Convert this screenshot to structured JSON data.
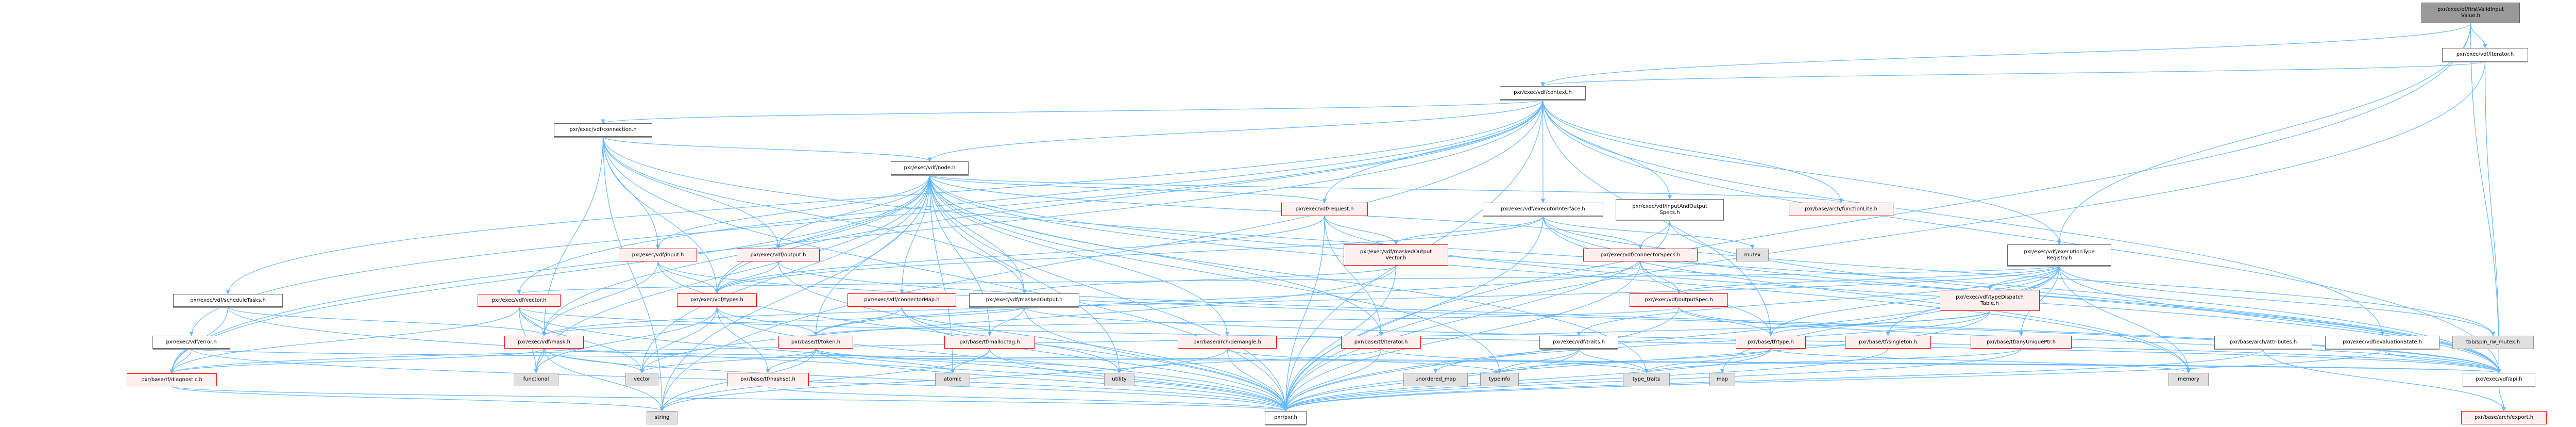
{
  "colors": {
    "edge": "#63b8ff",
    "start_fill": "#999999",
    "truncated_border": "#ff0000",
    "truncated_fill": "#fff0f0",
    "system_fill": "#e0e0e0"
  },
  "nodes": [
    {
      "id": "firstValidInputValue",
      "label": "pxr/exec/ef/firstValidInput\nValue.h",
      "kind": "start"
    },
    {
      "id": "vdfIterator",
      "label": "pxr/exec/vdf/iterator.h",
      "kind": "plain"
    },
    {
      "id": "context",
      "label": "pxr/exec/vdf/context.h",
      "kind": "plain"
    },
    {
      "id": "connection",
      "label": "pxr/exec/vdf/connection.h",
      "kind": "plain"
    },
    {
      "id": "node",
      "label": "pxr/exec/vdf/node.h",
      "kind": "plain"
    },
    {
      "id": "request",
      "label": "pxr/exec/vdf/request.h",
      "kind": "trunc"
    },
    {
      "id": "executorInterface",
      "label": "pxr/exec/vdf/executorInterface.h",
      "kind": "plain"
    },
    {
      "id": "inputAndOutputSpecs",
      "label": "pxr/exec/vdf/inputAndOutput\nSpecs.h",
      "kind": "plain"
    },
    {
      "id": "functionLite",
      "label": "pxr/base/arch/functionLite.h",
      "kind": "trunc"
    },
    {
      "id": "input",
      "label": "pxr/exec/vdf/input.h",
      "kind": "trunc"
    },
    {
      "id": "output",
      "label": "pxr/exec/vdf/output.h",
      "kind": "trunc"
    },
    {
      "id": "maskedOutputVector",
      "label": "pxr/exec/vdf/maskedOutput\nVector.h",
      "kind": "trunc"
    },
    {
      "id": "connectorSpecs",
      "label": "pxr/exec/vdf/connectorSpecs.h",
      "kind": "trunc"
    },
    {
      "id": "mutex",
      "label": "mutex",
      "kind": "sys"
    },
    {
      "id": "executionTypeRegistry",
      "label": "pxr/exec/vdf/executionType\nRegistry.h",
      "kind": "plain"
    },
    {
      "id": "scheduleTasks",
      "label": "pxr/exec/vdf/scheduleTasks.h",
      "kind": "plain"
    },
    {
      "id": "vdfVector",
      "label": "pxr/exec/vdf/vector.h",
      "kind": "trunc"
    },
    {
      "id": "types",
      "label": "pxr/exec/vdf/types.h",
      "kind": "trunc"
    },
    {
      "id": "connectorMap",
      "label": "pxr/exec/vdf/connectorMap.h",
      "kind": "trunc"
    },
    {
      "id": "maskedOutput",
      "label": "pxr/exec/vdf/maskedOutput.h",
      "kind": "plain"
    },
    {
      "id": "outputSpec",
      "label": "pxr/exec/vdf/outputSpec.h",
      "kind": "trunc"
    },
    {
      "id": "typeDispatchTable",
      "label": "pxr/exec/vdf/typeDispatch\nTable.h",
      "kind": "trunc"
    },
    {
      "id": "error",
      "label": "pxr/exec/vdf/error.h",
      "kind": "plain"
    },
    {
      "id": "mask",
      "label": "pxr/exec/vdf/mask.h",
      "kind": "trunc"
    },
    {
      "id": "token",
      "label": "pxr/base/tf/token.h",
      "kind": "trunc"
    },
    {
      "id": "mallocTag",
      "label": "pxr/base/tf/mallocTag.h",
      "kind": "trunc"
    },
    {
      "id": "demangle",
      "label": "pxr/base/arch/demangle.h",
      "kind": "trunc"
    },
    {
      "id": "tfIterator",
      "label": "pxr/base/tf/iterator.h",
      "kind": "trunc"
    },
    {
      "id": "traits",
      "label": "pxr/exec/vdf/traits.h",
      "kind": "plain"
    },
    {
      "id": "tfType",
      "label": "pxr/base/tf/type.h",
      "kind": "trunc"
    },
    {
      "id": "singleton",
      "label": "pxr/base/tf/singleton.h",
      "kind": "trunc"
    },
    {
      "id": "anyUniquePtr",
      "label": "pxr/base/tf/anyUniquePtr.h",
      "kind": "trunc"
    },
    {
      "id": "attributes",
      "label": "pxr/base/arch/attributes.h",
      "kind": "plain"
    },
    {
      "id": "evaluationState",
      "label": "pxr/exec/vdf/evaluationState.h",
      "kind": "plain"
    },
    {
      "id": "spinRwMutex",
      "label": "tbb/spin_rw_mutex.h",
      "kind": "sys"
    },
    {
      "id": "diagnostic",
      "label": "pxr/base/tf/diagnostic.h",
      "kind": "trunc"
    },
    {
      "id": "functional",
      "label": "functional",
      "kind": "sys"
    },
    {
      "id": "stdVector",
      "label": "vector",
      "kind": "sys"
    },
    {
      "id": "hashset",
      "label": "pxr/base/tf/hashset.h",
      "kind": "trunc"
    },
    {
      "id": "atomic",
      "label": "atomic",
      "kind": "sys"
    },
    {
      "id": "utility",
      "label": "utility",
      "kind": "sys"
    },
    {
      "id": "unorderedMap",
      "label": "unordered_map",
      "kind": "sys"
    },
    {
      "id": "typeinfo",
      "label": "typeinfo",
      "kind": "sys"
    },
    {
      "id": "typeTraits",
      "label": "type_traits",
      "kind": "sys"
    },
    {
      "id": "map",
      "label": "map",
      "kind": "sys"
    },
    {
      "id": "memory",
      "label": "memory",
      "kind": "sys"
    },
    {
      "id": "api",
      "label": "pxr/exec/vdf/api.h",
      "kind": "plain"
    },
    {
      "id": "string",
      "label": "string",
      "kind": "sys"
    },
    {
      "id": "pxr",
      "label": "pxr/pxr.h",
      "kind": "plain"
    },
    {
      "id": "export",
      "label": "pxr/base/arch/export.h",
      "kind": "trunc"
    }
  ],
  "edges": [
    [
      "firstValidInputValue",
      "vdfIterator"
    ],
    [
      "firstValidInputValue",
      "context"
    ],
    [
      "firstValidInputValue",
      "executionTypeRegistry"
    ],
    [
      "firstValidInputValue",
      "pxr"
    ],
    [
      "firstValidInputValue",
      "api"
    ],
    [
      "vdfIterator",
      "context"
    ],
    [
      "vdfIterator",
      "pxr"
    ],
    [
      "vdfIterator",
      "api"
    ],
    [
      "context",
      "connection"
    ],
    [
      "context",
      "node"
    ],
    [
      "context",
      "request"
    ],
    [
      "context",
      "executorInterface"
    ],
    [
      "context",
      "inputAndOutputSpecs"
    ],
    [
      "context",
      "functionLite"
    ],
    [
      "context",
      "executionTypeRegistry"
    ],
    [
      "context",
      "scheduleTasks"
    ],
    [
      "context",
      "error"
    ],
    [
      "context",
      "vdfVector"
    ],
    [
      "context",
      "types"
    ],
    [
      "context",
      "diagnostic"
    ],
    [
      "context",
      "evaluationState"
    ],
    [
      "context",
      "pxr"
    ],
    [
      "context",
      "api"
    ],
    [
      "context",
      "string"
    ],
    [
      "context",
      "tfType"
    ],
    [
      "connection",
      "node"
    ],
    [
      "connection",
      "input"
    ],
    [
      "connection",
      "output"
    ],
    [
      "connection",
      "mask"
    ],
    [
      "connection",
      "types"
    ],
    [
      "connection",
      "pxr"
    ],
    [
      "connection",
      "api"
    ],
    [
      "connection",
      "string"
    ],
    [
      "connection",
      "maskedOutput"
    ],
    [
      "node",
      "input"
    ],
    [
      "node",
      "output"
    ],
    [
      "node",
      "types"
    ],
    [
      "node",
      "connectorMap"
    ],
    [
      "node",
      "maskedOutput"
    ],
    [
      "node",
      "request"
    ],
    [
      "node",
      "functionLite"
    ],
    [
      "node",
      "connectorSpecs"
    ],
    [
      "node",
      "mask"
    ],
    [
      "node",
      "token"
    ],
    [
      "node",
      "mallocTag"
    ],
    [
      "node",
      "demangle"
    ],
    [
      "node",
      "tfIterator"
    ],
    [
      "node",
      "diagnostic"
    ],
    [
      "node",
      "stdVector"
    ],
    [
      "node",
      "functional"
    ],
    [
      "node",
      "atomic"
    ],
    [
      "node",
      "utility"
    ],
    [
      "node",
      "typeinfo"
    ],
    [
      "node",
      "typeTraits"
    ],
    [
      "node",
      "pxr"
    ],
    [
      "node",
      "api"
    ],
    [
      "node",
      "string"
    ],
    [
      "node",
      "memory"
    ],
    [
      "request",
      "maskedOutputVector"
    ],
    [
      "request",
      "types"
    ],
    [
      "request",
      "pxr"
    ],
    [
      "request",
      "api"
    ],
    [
      "request",
      "tfIterator"
    ],
    [
      "executorInterface",
      "maskedOutputVector"
    ],
    [
      "executorInterface",
      "types"
    ],
    [
      "executorInterface",
      "mutex"
    ],
    [
      "executorInterface",
      "pxr"
    ],
    [
      "executorInterface",
      "api"
    ],
    [
      "executorInterface",
      "memory"
    ],
    [
      "executorInterface",
      "spinRwMutex"
    ],
    [
      "inputAndOutputSpecs",
      "connectorSpecs"
    ],
    [
      "inputAndOutputSpecs",
      "pxr"
    ],
    [
      "inputAndOutputSpecs",
      "api"
    ],
    [
      "input",
      "types"
    ],
    [
      "input",
      "pxr"
    ],
    [
      "input",
      "api"
    ],
    [
      "input",
      "mask"
    ],
    [
      "output",
      "types"
    ],
    [
      "output",
      "pxr"
    ],
    [
      "output",
      "api"
    ],
    [
      "maskedOutputVector",
      "maskedOutput"
    ],
    [
      "maskedOutputVector",
      "pxr"
    ],
    [
      "maskedOutputVector",
      "stdVector"
    ],
    [
      "connectorSpecs",
      "outputSpec"
    ],
    [
      "connectorSpecs",
      "tfType"
    ],
    [
      "connectorSpecs",
      "token"
    ],
    [
      "connectorSpecs",
      "pxr"
    ],
    [
      "executionTypeRegistry",
      "typeDispatchTable"
    ],
    [
      "executionTypeRegistry",
      "outputSpec"
    ],
    [
      "executionTypeRegistry",
      "tfType"
    ],
    [
      "executionTypeRegistry",
      "singleton"
    ],
    [
      "executionTypeRegistry",
      "anyUniquePtr"
    ],
    [
      "executionTypeRegistry",
      "traits"
    ],
    [
      "executionTypeRegistry",
      "mask"
    ],
    [
      "executionTypeRegistry",
      "vdfVector"
    ],
    [
      "executionTypeRegistry",
      "pxr"
    ],
    [
      "executionTypeRegistry",
      "api"
    ],
    [
      "executionTypeRegistry",
      "memory"
    ],
    [
      "executionTypeRegistry",
      "spinRwMutex"
    ],
    [
      "executionTypeRegistry",
      "map"
    ],
    [
      "scheduleTasks",
      "mask"
    ],
    [
      "scheduleTasks",
      "diagnostic"
    ],
    [
      "scheduleTasks",
      "pxr"
    ],
    [
      "vdfVector",
      "mask"
    ],
    [
      "vdfVector",
      "functional"
    ],
    [
      "vdfVector",
      "stdVector"
    ],
    [
      "vdfVector",
      "diagnostic"
    ],
    [
      "vdfVector",
      "pxr"
    ],
    [
      "vdfVector",
      "api"
    ],
    [
      "types",
      "token"
    ],
    [
      "types",
      "hashset"
    ],
    [
      "types",
      "stdVector"
    ],
    [
      "types",
      "functional"
    ],
    [
      "types",
      "pxr"
    ],
    [
      "connectorMap",
      "token"
    ],
    [
      "connectorMap",
      "utility"
    ],
    [
      "connectorMap",
      "pxr"
    ],
    [
      "maskedOutput",
      "mallocTag"
    ],
    [
      "maskedOutput",
      "mask"
    ],
    [
      "maskedOutput",
      "pxr"
    ],
    [
      "maskedOutput",
      "api"
    ],
    [
      "outputSpec",
      "tfType"
    ],
    [
      "outputSpec",
      "token"
    ],
    [
      "outputSpec",
      "pxr"
    ],
    [
      "outputSpec",
      "api"
    ],
    [
      "typeDispatchTable",
      "tfType"
    ],
    [
      "typeDispatchTable",
      "diagnostic"
    ],
    [
      "typeDispatchTable",
      "pxr"
    ],
    [
      "typeDispatchTable",
      "unorderedMap"
    ],
    [
      "error",
      "diagnostic"
    ],
    [
      "error",
      "pxr"
    ],
    [
      "error",
      "api"
    ],
    [
      "mask",
      "diagnostic"
    ],
    [
      "mask",
      "functional"
    ],
    [
      "mask",
      "stdVector"
    ],
    [
      "mask",
      "pxr"
    ],
    [
      "mask",
      "api"
    ],
    [
      "mask",
      "string"
    ],
    [
      "token",
      "hashset"
    ],
    [
      "token",
      "atomic"
    ],
    [
      "token",
      "utility"
    ],
    [
      "token",
      "stdVector"
    ],
    [
      "token",
      "string"
    ],
    [
      "token",
      "pxr"
    ],
    [
      "mallocTag",
      "atomic"
    ],
    [
      "mallocTag",
      "pxr"
    ],
    [
      "mallocTag",
      "string"
    ],
    [
      "demangle",
      "pxr"
    ],
    [
      "demangle",
      "typeinfo"
    ],
    [
      "demangle",
      "string"
    ],
    [
      "tfIterator",
      "pxr"
    ],
    [
      "tfIterator",
      "utility"
    ],
    [
      "tfIterator",
      "typeTraits"
    ],
    [
      "traits",
      "typeTraits"
    ],
    [
      "traits",
      "typeinfo"
    ],
    [
      "traits",
      "pxr"
    ],
    [
      "tfType",
      "pxr"
    ],
    [
      "tfType",
      "typeinfo"
    ],
    [
      "tfType",
      "memory"
    ],
    [
      "tfType",
      "typeTraits"
    ],
    [
      "singleton",
      "pxr"
    ],
    [
      "anyUniquePtr",
      "pxr"
    ],
    [
      "anyUniquePtr",
      "typeTraits"
    ],
    [
      "attributes",
      "pxr"
    ],
    [
      "attributes",
      "export"
    ],
    [
      "evaluationState",
      "pxr"
    ],
    [
      "evaluationState",
      "api"
    ],
    [
      "diagnostic",
      "pxr"
    ],
    [
      "diagnostic",
      "string"
    ],
    [
      "hashset",
      "pxr"
    ],
    [
      "api",
      "export"
    ]
  ]
}
